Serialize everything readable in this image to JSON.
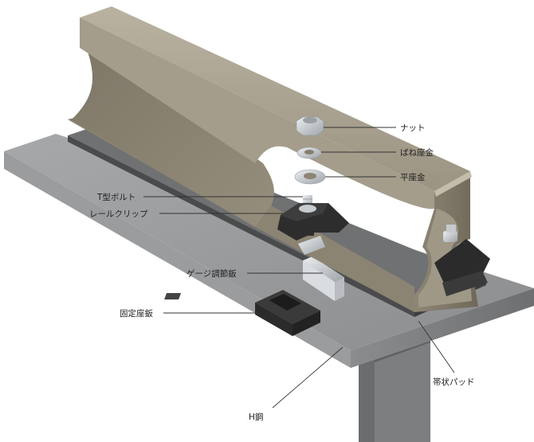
{
  "labels": {
    "nut": "ナット",
    "spring_washer": "ばね座金",
    "flat_washer": "平座金",
    "t_bolt": "T型ボルト",
    "rail_clip": "レールクリップ",
    "gauge_plate": "ゲージ調節鈑",
    "fixed_base_plate": "固定座鈑",
    "strip_pad": "帯状パッド",
    "h_steel": "H鋼"
  },
  "colors": {
    "rail": "#8d8573",
    "steel": "#8e9092",
    "clip": "#2a2a2a",
    "pad": "#3f3f3f",
    "metal_parts": "#c8ccd0",
    "leader": "#333333"
  }
}
